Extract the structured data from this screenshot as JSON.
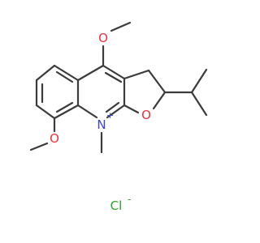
{
  "molecule": {
    "atoms": {
      "o_top": "O",
      "o_bottom": "O",
      "o_ring": "O",
      "n_ring": "N",
      "n_charge": "+",
      "counterion": "Cl",
      "counterion_charge": "-"
    },
    "colors": {
      "bond": "#3b3b3b",
      "oxygen": "#e8343a",
      "nitrogen": "#3a45d8",
      "chlorine": "#2ca02c"
    }
  }
}
